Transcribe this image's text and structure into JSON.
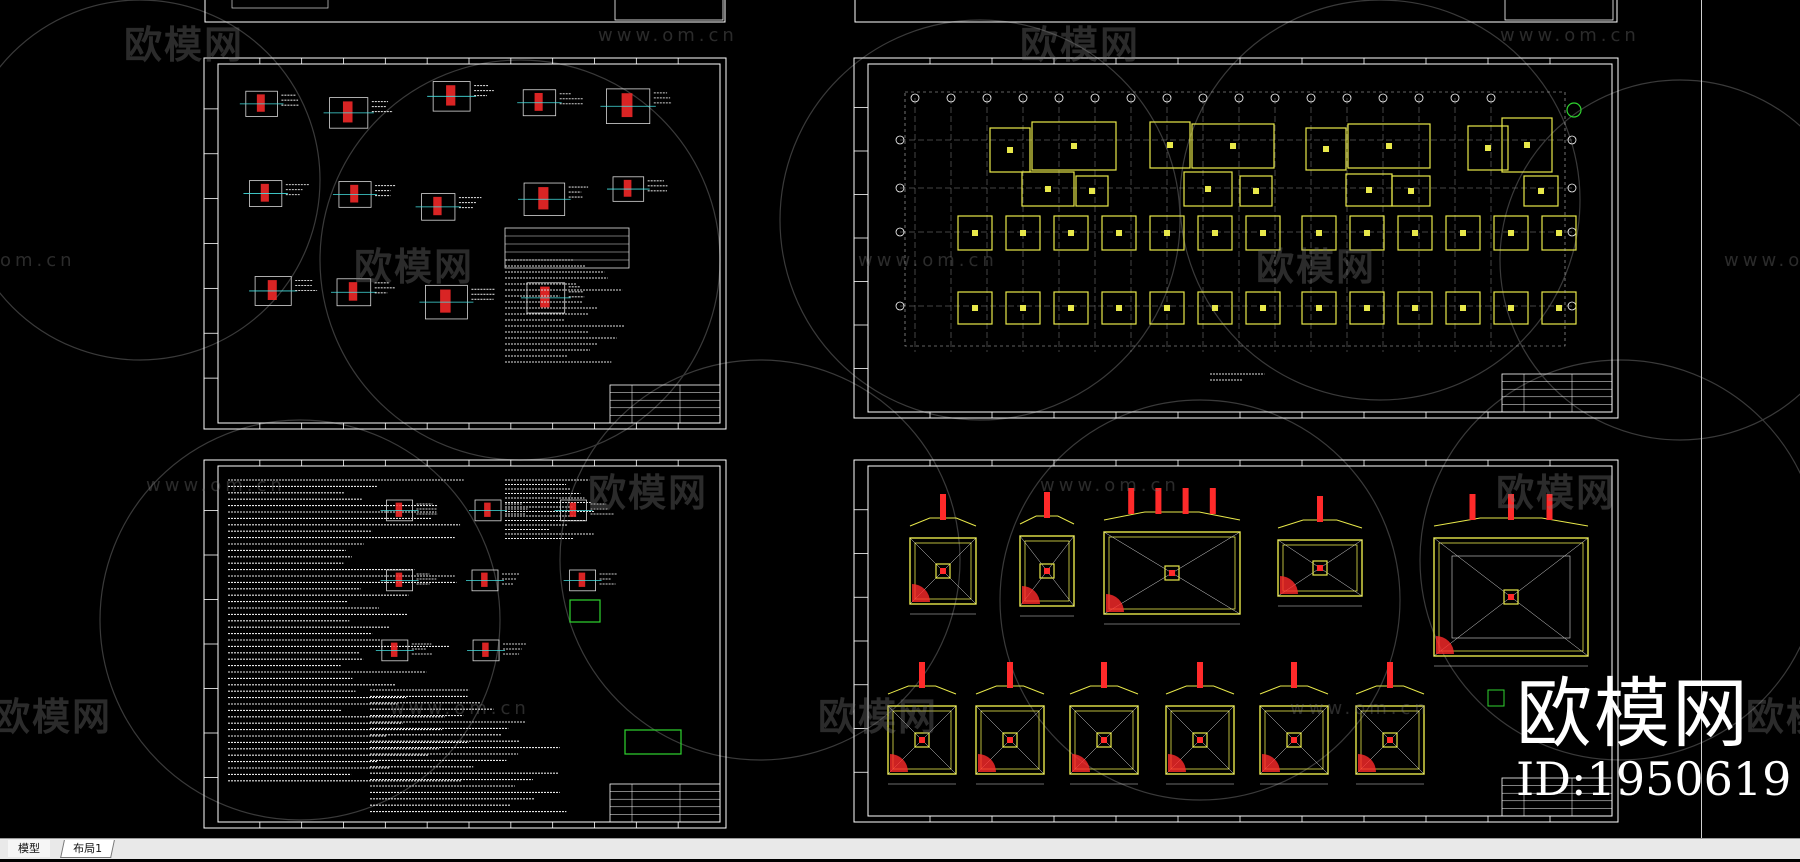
{
  "watermark": {
    "cn": "欧模网",
    "cn_partial": "欧模网",
    "cn_left_partial": "欧模网",
    "url": "www.om.cn",
    "url_partial_left": "om.cn",
    "url_partial_right": "www.om.cn"
  },
  "brand": {
    "name": "欧模网",
    "id": "ID:1950619"
  },
  "tabs": {
    "model": "模型",
    "layout1": "布局1"
  },
  "colors": {
    "background": "#000000",
    "frame": "#ffffff",
    "foundation": "#e8e84a",
    "rebar": "#ff2a2a",
    "text_cyan": "#44e0e0",
    "green": "#2fd42f",
    "tabbar": "#e9e9e9"
  }
}
